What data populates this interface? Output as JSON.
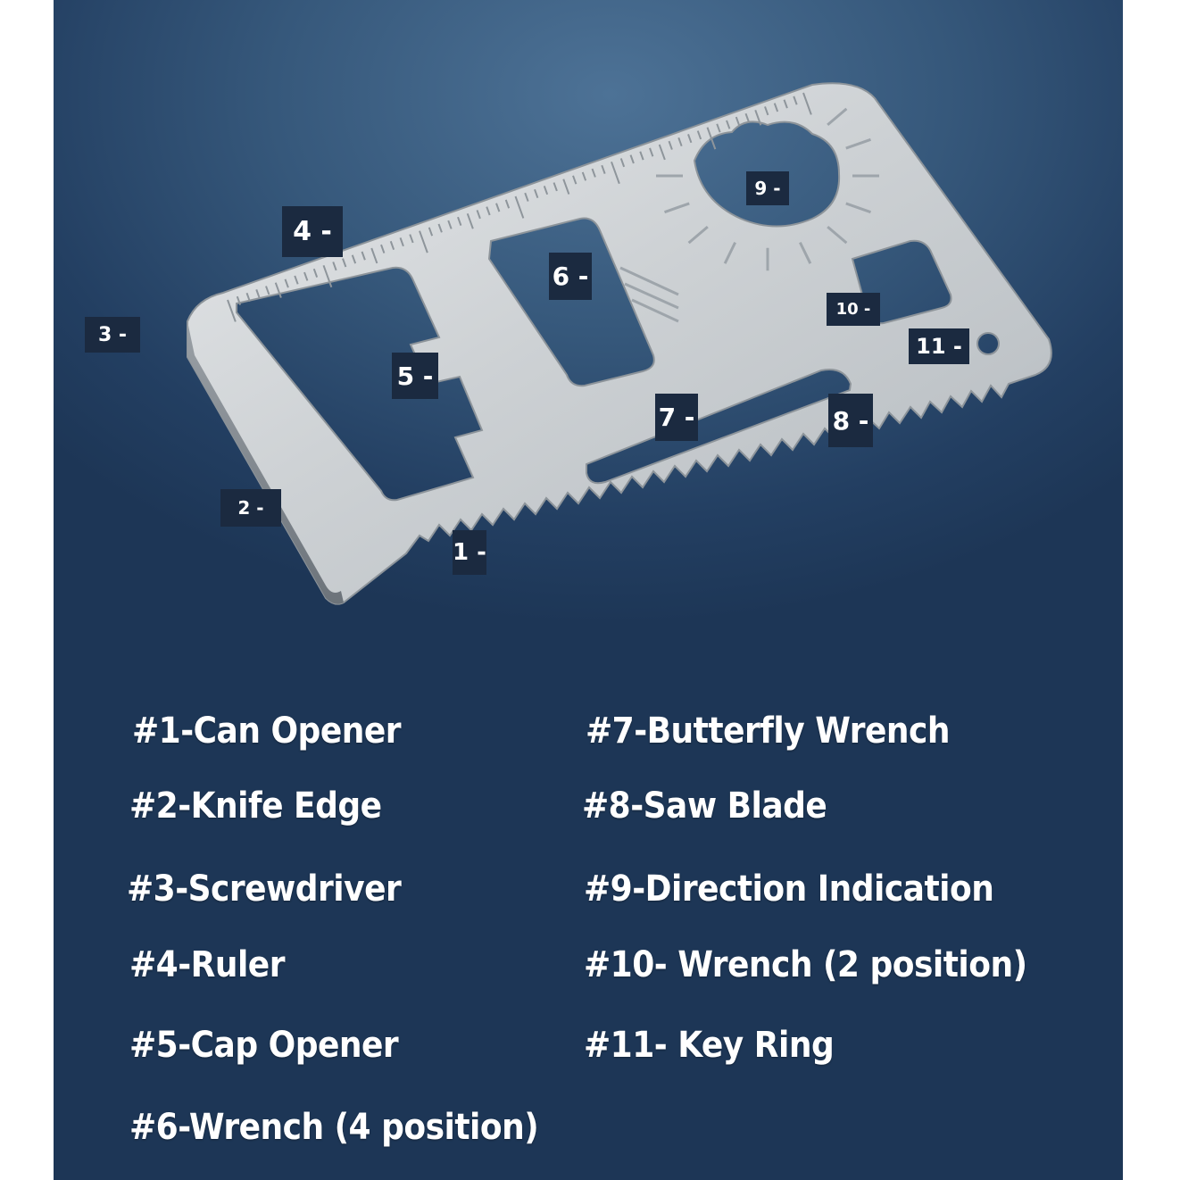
{
  "callouts": {
    "c1": "1 -",
    "c2": "2 -",
    "c3": "3 -",
    "c4": "4 -",
    "c5": "5 -",
    "c6": "6 -",
    "c7": "7 -",
    "c8": "8 -",
    "c9": "9 -",
    "c10": "10 -",
    "c11": "11 -"
  },
  "legend": {
    "l1": "#1-Can Opener",
    "l2": "#2-Knife Edge",
    "l3": "#3-Screwdriver",
    "l4": "#4-Ruler",
    "l5": "#5-Cap Opener",
    "l6": "#6-Wrench (4 position)",
    "l7": "#7-Butterfly Wrench",
    "l8": "#8-Saw Blade",
    "l9": "#9-Direction Indication",
    "l10": "#10- Wrench (2 position)",
    "l11": "#11- Key Ring"
  },
  "colors": {
    "background_top": "#4d7296",
    "background_bottom": "#1d3656",
    "card_metal": "#cfd3d6",
    "callout_box": "#1b2a40",
    "text": "#ffffff"
  }
}
